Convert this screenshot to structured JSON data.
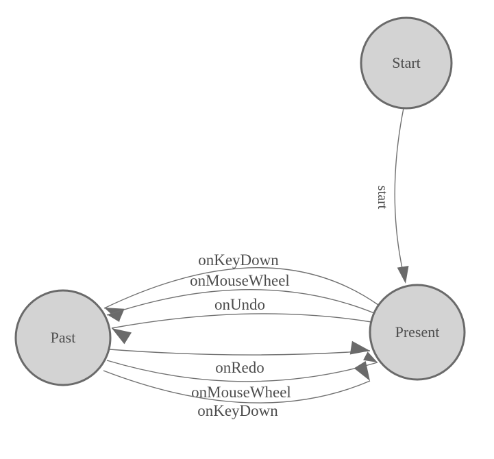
{
  "diagram": {
    "type": "state-machine",
    "background": "#ffffff",
    "colors": {
      "node_fill": "#d3d3d3",
      "node_stroke": "#6a6a6a",
      "edge_line": "#707070",
      "arrowhead": "#6a6a6a",
      "label_text": "#4d4d4d"
    },
    "nodes": [
      {
        "id": "start",
        "label": "Start"
      },
      {
        "id": "past",
        "label": "Past"
      },
      {
        "id": "present",
        "label": "Present"
      }
    ],
    "edges": [
      {
        "from": "start",
        "to": "present",
        "label": "start"
      },
      {
        "from": "present",
        "to": "past",
        "label": "onKeyDown"
      },
      {
        "from": "present",
        "to": "past",
        "label": "onMouseWheel"
      },
      {
        "from": "present",
        "to": "past",
        "label": "onUndo"
      },
      {
        "from": "past",
        "to": "present",
        "label": "onRedo"
      },
      {
        "from": "past",
        "to": "present",
        "label": "onMouseWheel"
      },
      {
        "from": "past",
        "to": "present",
        "label": "onKeyDown"
      }
    ]
  }
}
